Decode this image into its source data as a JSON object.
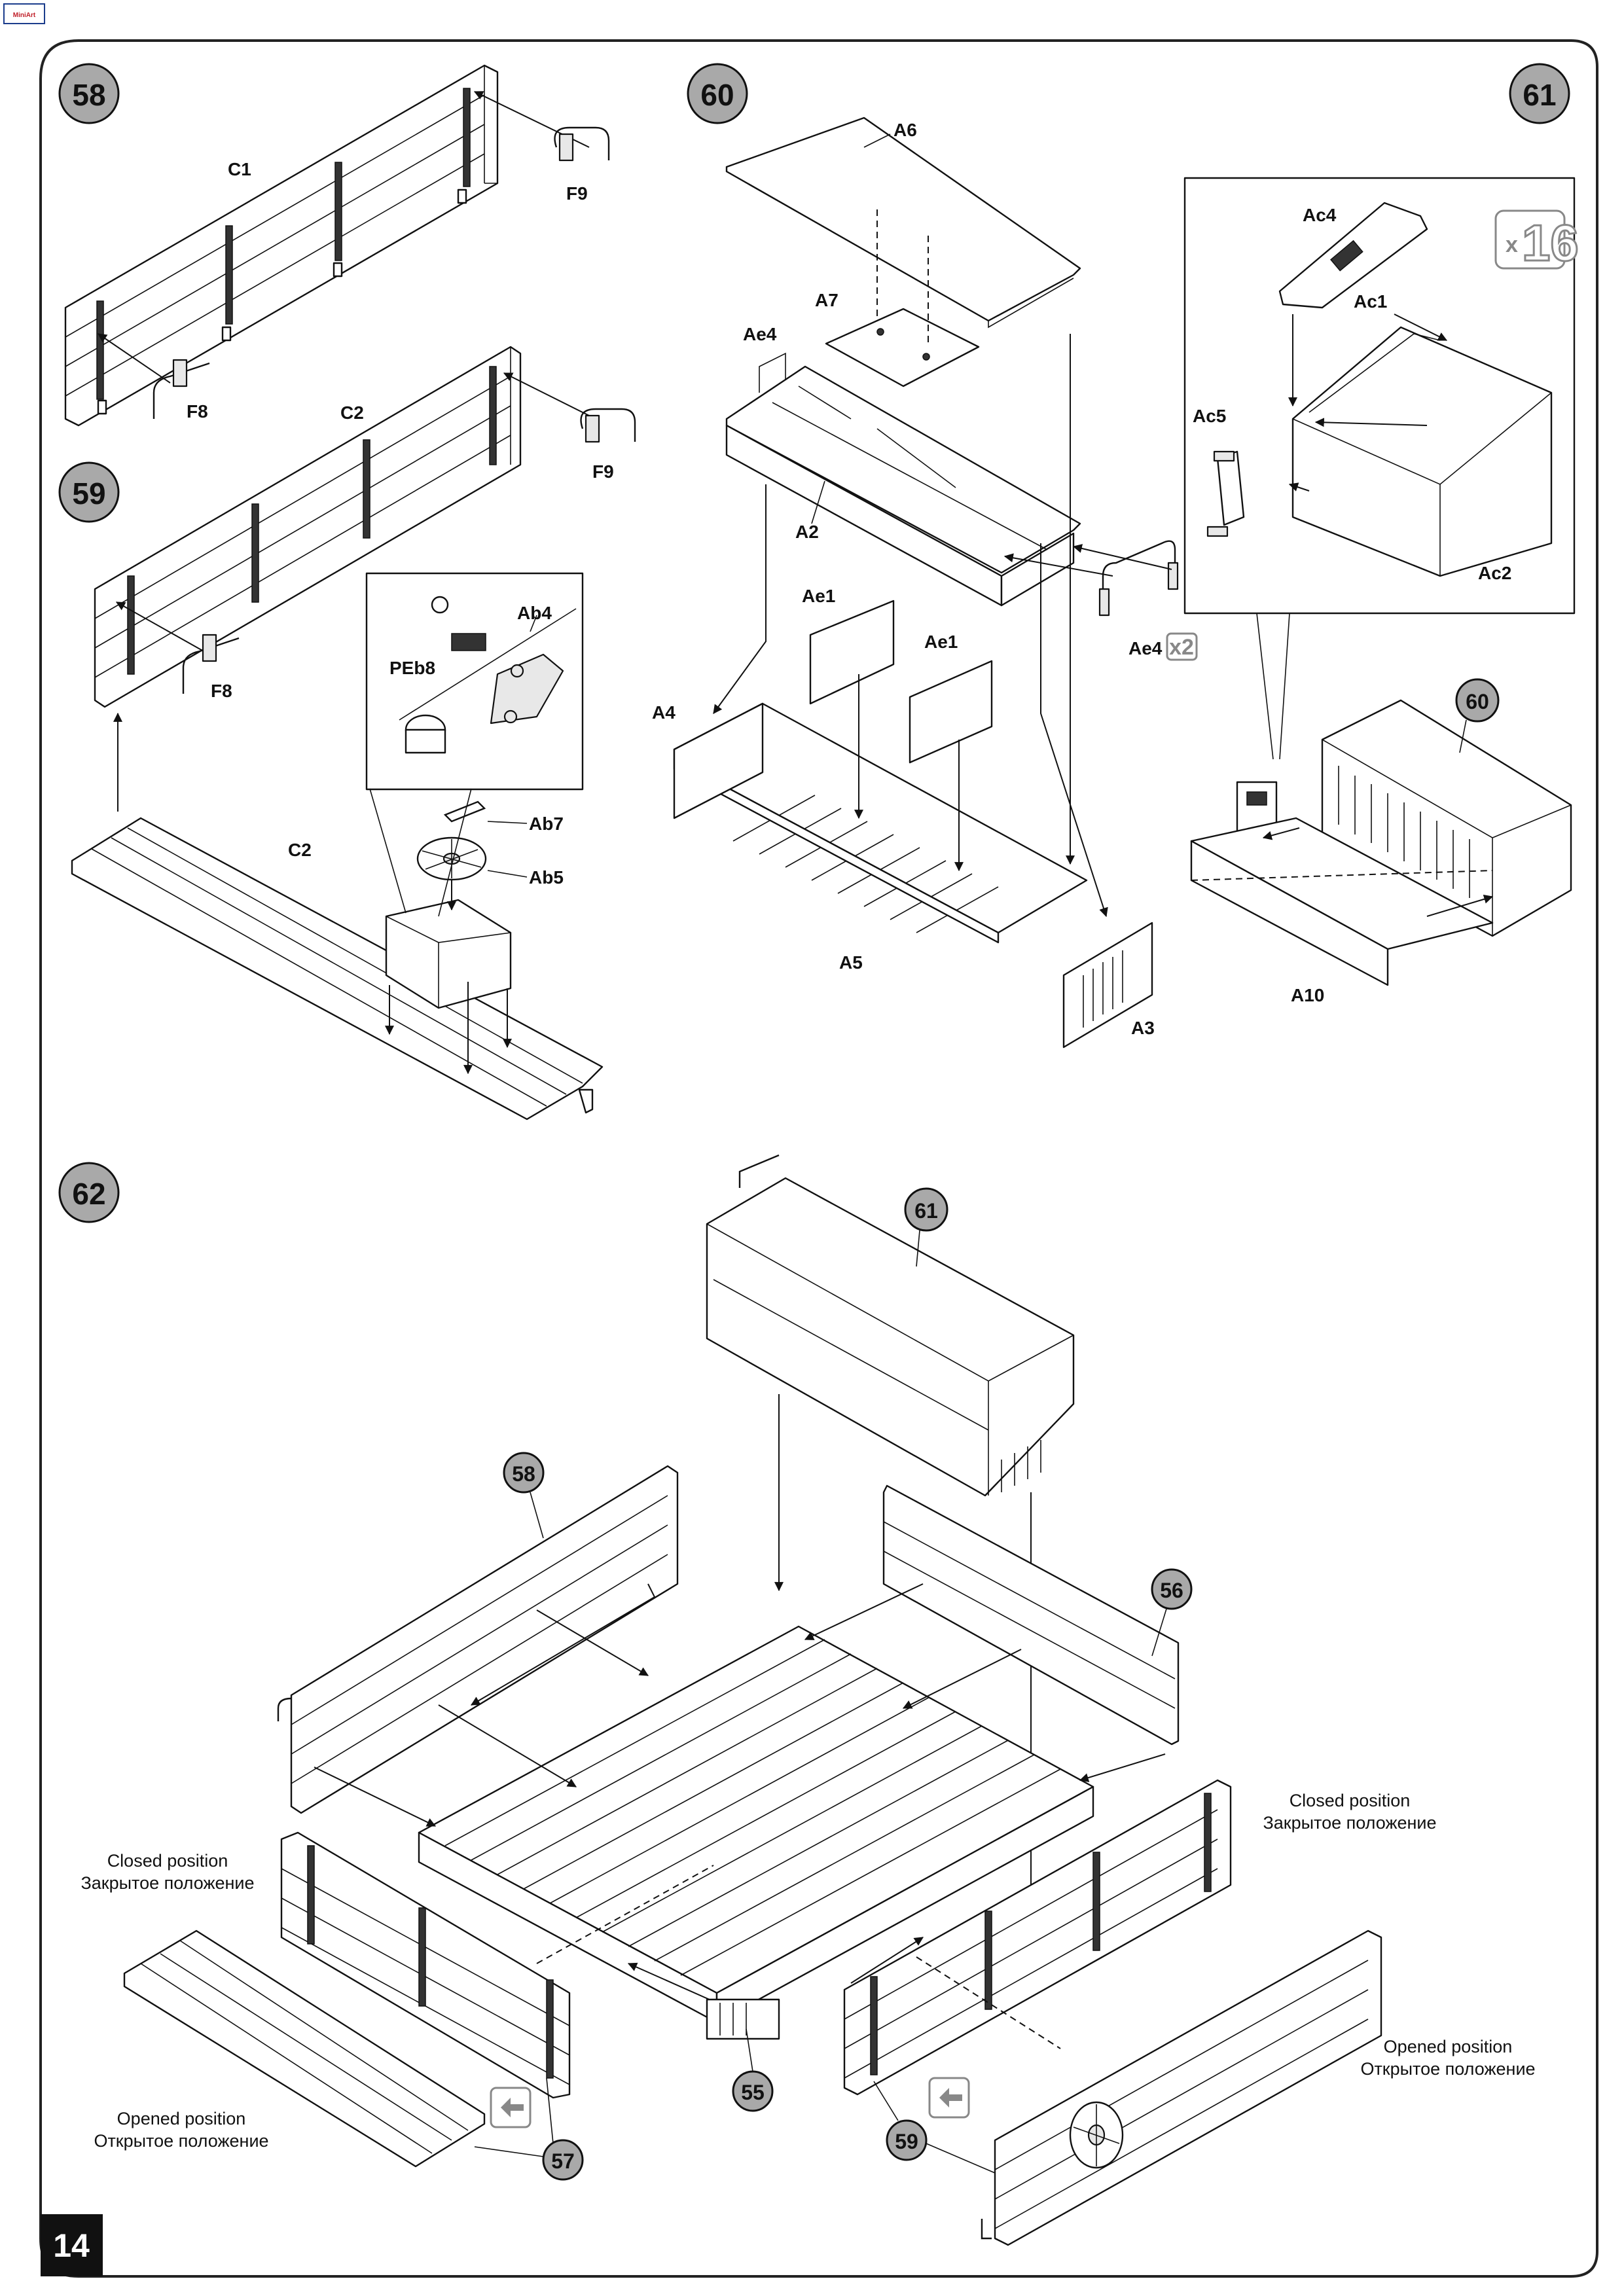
{
  "brand": {
    "logo_text": "MiniArt"
  },
  "page_number": "14",
  "steps": {
    "s58": "58",
    "s59": "59",
    "s60": "60",
    "s61": "61",
    "s62": "62"
  },
  "step58": {
    "labels": {
      "c1": "C1",
      "f9": "F9",
      "f8": "F8"
    }
  },
  "step59": {
    "labels": {
      "c2_top": "C2",
      "f9": "F9",
      "f8": "F8",
      "c2_floor": "C2",
      "ab4": "Ab4",
      "peb8": "PEb8",
      "ab7": "Ab7",
      "ab5": "Ab5"
    }
  },
  "step60": {
    "labels": {
      "a6": "A6",
      "a7": "A7",
      "ae4": "Ae4",
      "a2": "A2",
      "ae1_left": "Ae1",
      "ae1_right": "Ae1",
      "a4": "A4",
      "a5": "A5",
      "a3": "A3",
      "ae4_right": "Ae4"
    },
    "qty_ae4": "x2"
  },
  "step61": {
    "labels": {
      "ac4": "Ac4",
      "ac1": "Ac1",
      "ac5": "Ac5",
      "ac2": "Ac2",
      "a10": "A10"
    },
    "qty": {
      "prefix": "x",
      "count": "16"
    },
    "ref": "60"
  },
  "step62": {
    "refs": {
      "r61": "61",
      "r58": "58",
      "r56": "56",
      "r55": "55",
      "r57": "57",
      "r59": "59"
    },
    "notes": {
      "closed_left_en": "Closed position",
      "closed_left_ru": "Закрытое положение",
      "closed_right_en": "Closed position",
      "closed_right_ru": "Закрытое положение",
      "opened_left_en": "Opened position",
      "opened_left_ru": "Открытое положение",
      "opened_right_en": "Opened position",
      "opened_right_ru": "Открытое положение"
    }
  }
}
